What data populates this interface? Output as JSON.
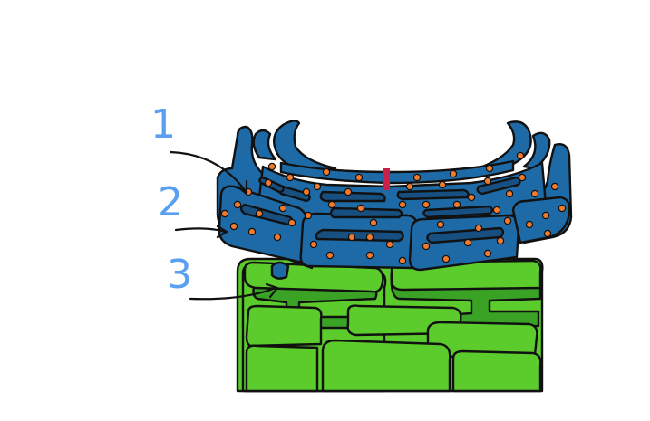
{
  "labels": [
    {
      "id": "1",
      "text": "1"
    },
    {
      "id": "2",
      "text": "2"
    },
    {
      "id": "3",
      "text": "3"
    }
  ],
  "colors": {
    "rough_er": "#1e6aa6",
    "rough_er_dark": "#164f80",
    "ribosome": "#f07a2e",
    "smooth_er": "#5ccc2c",
    "smooth_er_dark": "#3aa326",
    "connector": "#c8224a",
    "label": "#5aa0f0",
    "outline": "#111111"
  },
  "icons": {
    "arrow": "curved-arrow-icon"
  }
}
